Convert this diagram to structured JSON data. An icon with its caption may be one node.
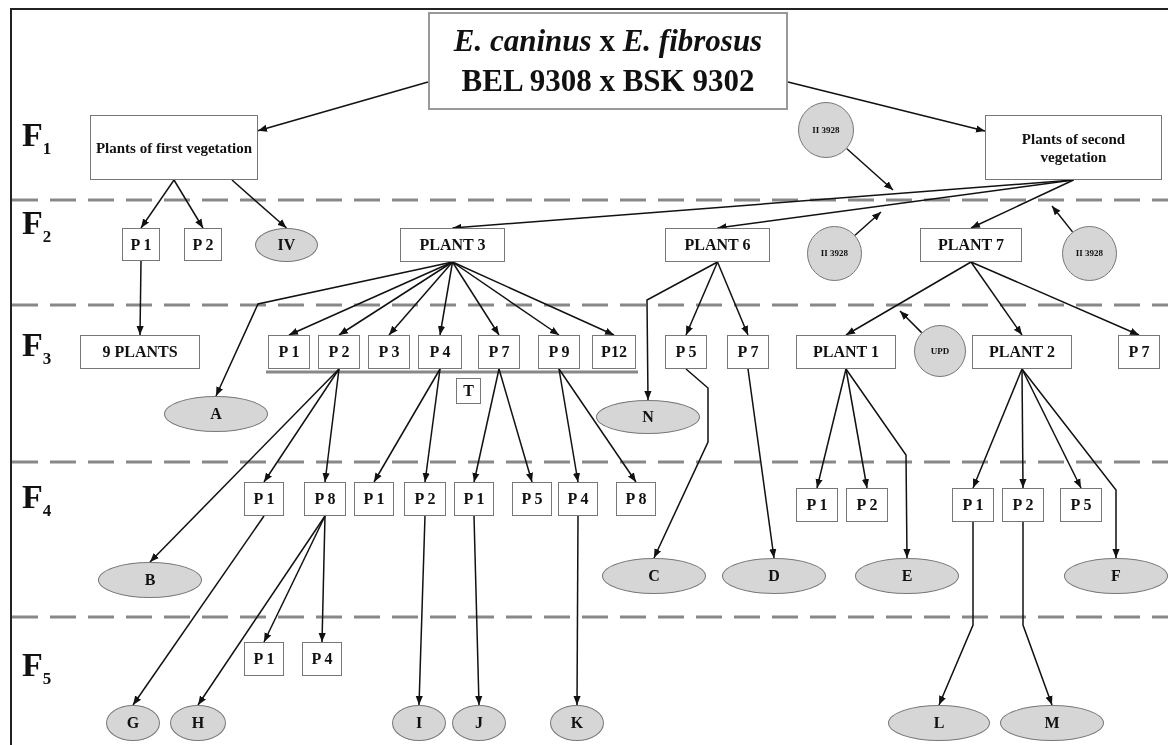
{
  "diagram": {
    "nodes": [
      {
        "text": [
          "*E. caninus* x *E. fibrosus*",
          "BEL 9308 x BSK 9302"
        ]
      },
      {
        "text": [
          "Plants of first vegetation"
        ]
      },
      {
        "text": [
          "II 3928"
        ]
      },
      {
        "text": [
          "Plants of second vegetation"
        ]
      },
      {
        "text": [
          "P 1"
        ]
      },
      {
        "text": [
          "P 2"
        ]
      },
      {
        "text": [
          "IV"
        ]
      },
      {
        "text": [
          "PLANT 3"
        ]
      },
      {
        "text": [
          "PLANT 6"
        ]
      },
      {
        "text": [
          "II 3928"
        ]
      },
      {
        "text": [
          "PLANT 7"
        ]
      },
      {
        "text": [
          "II 3928"
        ]
      },
      {
        "text": [
          "9 PLANTS"
        ]
      },
      {
        "text": [
          "P 1"
        ]
      },
      {
        "text": [
          "P 2"
        ]
      },
      {
        "text": [
          "P 3"
        ]
      },
      {
        "text": [
          "P 4"
        ]
      },
      {
        "text": [
          "P 7"
        ]
      },
      {
        "text": [
          "P 9"
        ]
      },
      {
        "text": [
          "P12"
        ]
      },
      {
        "text": [
          "P 5"
        ]
      },
      {
        "text": [
          "P 7"
        ]
      },
      {
        "text": [
          "PLANT 1"
        ]
      },
      {
        "text": [
          "UPD"
        ]
      },
      {
        "text": [
          "PLANT 2"
        ]
      },
      {
        "text": [
          "P 7"
        ]
      },
      {
        "text": [
          "T"
        ]
      },
      {
        "text": [
          "A"
        ]
      },
      {
        "text": [
          "N"
        ]
      },
      {
        "text": [
          "P 1"
        ]
      },
      {
        "text": [
          "P 8"
        ]
      },
      {
        "text": [
          "P 1"
        ]
      },
      {
        "text": [
          "P 2"
        ]
      },
      {
        "text": [
          "P 1"
        ]
      },
      {
        "text": [
          "P 5"
        ]
      },
      {
        "text": [
          "P 4"
        ]
      },
      {
        "text": [
          "P 8"
        ]
      },
      {
        "text": [
          "P 1"
        ]
      },
      {
        "text": [
          "P 2"
        ]
      },
      {
        "text": [
          "P 1"
        ]
      },
      {
        "text": [
          "P 2"
        ]
      },
      {
        "text": [
          "P 5"
        ]
      },
      {
        "text": [
          "B"
        ]
      },
      {
        "text": [
          "C"
        ]
      },
      {
        "text": [
          "D"
        ]
      },
      {
        "text": [
          "E"
        ]
      },
      {
        "text": [
          "F"
        ]
      },
      {
        "text": [
          "P 1"
        ]
      },
      {
        "text": [
          "P 4"
        ]
      },
      {
        "text": [
          "G"
        ]
      },
      {
        "text": [
          "H"
        ]
      },
      {
        "text": [
          "I"
        ]
      },
      {
        "text": [
          "J"
        ]
      },
      {
        "text": [
          "K"
        ]
      },
      {
        "text": [
          "L"
        ]
      },
      {
        "text": [
          "M"
        ]
      }
    ],
    "edges": [
      {
        "from": 0,
        "to": 1,
        "arrow": "to"
      },
      {
        "from": 0,
        "to": 3,
        "arrow": "to"
      },
      {
        "from": 1,
        "to": 4,
        "arrow": "to"
      },
      {
        "from": 1,
        "to": 5,
        "arrow": "to"
      },
      {
        "from": 1,
        "to": 6,
        "arrow": "to"
      },
      {
        "from": 3,
        "to": 7,
        "arrow": "to"
      },
      {
        "from": 3,
        "to": 8,
        "arrow": "to"
      },
      {
        "from": 3,
        "to": 10,
        "arrow": "to"
      },
      {
        "from": 2,
        "to": null,
        "arrow": "to"
      },
      {
        "from": 9,
        "to": null,
        "arrow": "to"
      },
      {
        "from": 11,
        "to": null,
        "arrow": "to"
      },
      {
        "from": 23,
        "to": null,
        "arrow": "to"
      },
      {
        "from": 4,
        "to": 12,
        "arrow": "to"
      },
      {
        "from": 7,
        "to": 27,
        "arrow": "to"
      },
      {
        "from": 7,
        "to": 13,
        "arrow": "to"
      },
      {
        "from": 7,
        "to": 14,
        "arrow": "to"
      },
      {
        "from": 7,
        "to": 15,
        "arrow": "to"
      },
      {
        "from": 7,
        "to": 16,
        "arrow": "to"
      },
      {
        "from": 7,
        "to": 17,
        "arrow": "to"
      },
      {
        "from": 7,
        "to": 18,
        "arrow": "to"
      },
      {
        "from": 7,
        "to": 19,
        "arrow": "to"
      },
      {
        "from": 8,
        "to": 28,
        "arrow": "to"
      },
      {
        "from": 8,
        "to": 20,
        "arrow": "to"
      },
      {
        "from": 8,
        "to": 21,
        "arrow": "to"
      },
      {
        "from": 10,
        "to": 22,
        "arrow": "to"
      },
      {
        "from": 10,
        "to": 24,
        "arrow": "to"
      },
      {
        "from": 10,
        "to": 25,
        "arrow": "to"
      },
      {
        "from": 14,
        "to": 42,
        "arrow": "to"
      },
      {
        "from": 14,
        "to": 29,
        "arrow": "to"
      },
      {
        "from": 14,
        "to": 30,
        "arrow": "to"
      },
      {
        "from": 16,
        "to": 31,
        "arrow": "to"
      },
      {
        "from": 16,
        "to": 32,
        "arrow": "to"
      },
      {
        "from": 17,
        "to": 33,
        "arrow": "to"
      },
      {
        "from": 17,
        "to": 34,
        "arrow": "to"
      },
      {
        "from": 18,
        "to": 35,
        "arrow": "to"
      },
      {
        "from": 18,
        "to": 36,
        "arrow": "to"
      },
      {
        "from": 20,
        "to": 43,
        "arrow": "to"
      },
      {
        "from": 21,
        "to": 44,
        "arrow": "to"
      },
      {
        "from": 22,
        "to": 37,
        "arrow": "to"
      },
      {
        "from": 22,
        "to": 38,
        "arrow": "to"
      },
      {
        "from": 22,
        "to": 45,
        "arrow": "to"
      },
      {
        "from": 24,
        "to": 39,
        "arrow": "to"
      },
      {
        "from": 24,
        "to": 40,
        "arrow": "to"
      },
      {
        "from": 24,
        "to": 41,
        "arrow": "to"
      },
      {
        "from": 24,
        "to": 46,
        "arrow": "to"
      },
      {
        "from": 29,
        "to": 49,
        "arrow": "to"
      },
      {
        "from": 30,
        "to": 47,
        "arrow": "to"
      },
      {
        "from": 30,
        "to": 48,
        "arrow": "to"
      },
      {
        "from": 30,
        "to": 50,
        "arrow": "to"
      },
      {
        "from": 32,
        "to": 51,
        "arrow": "to"
      },
      {
        "from": 33,
        "to": 52,
        "arrow": "to"
      },
      {
        "from": 35,
        "to": 53,
        "arrow": "to"
      },
      {
        "from": 39,
        "to": 54,
        "arrow": "to"
      },
      {
        "from": 40,
        "to": 55,
        "arrow": "to"
      }
    ],
    "labels": [
      "F$_{1}$",
      "F$_{2}$",
      "F$_{3}$",
      "F$_{4}$",
      "F$_{5}$"
    ]
  }
}
